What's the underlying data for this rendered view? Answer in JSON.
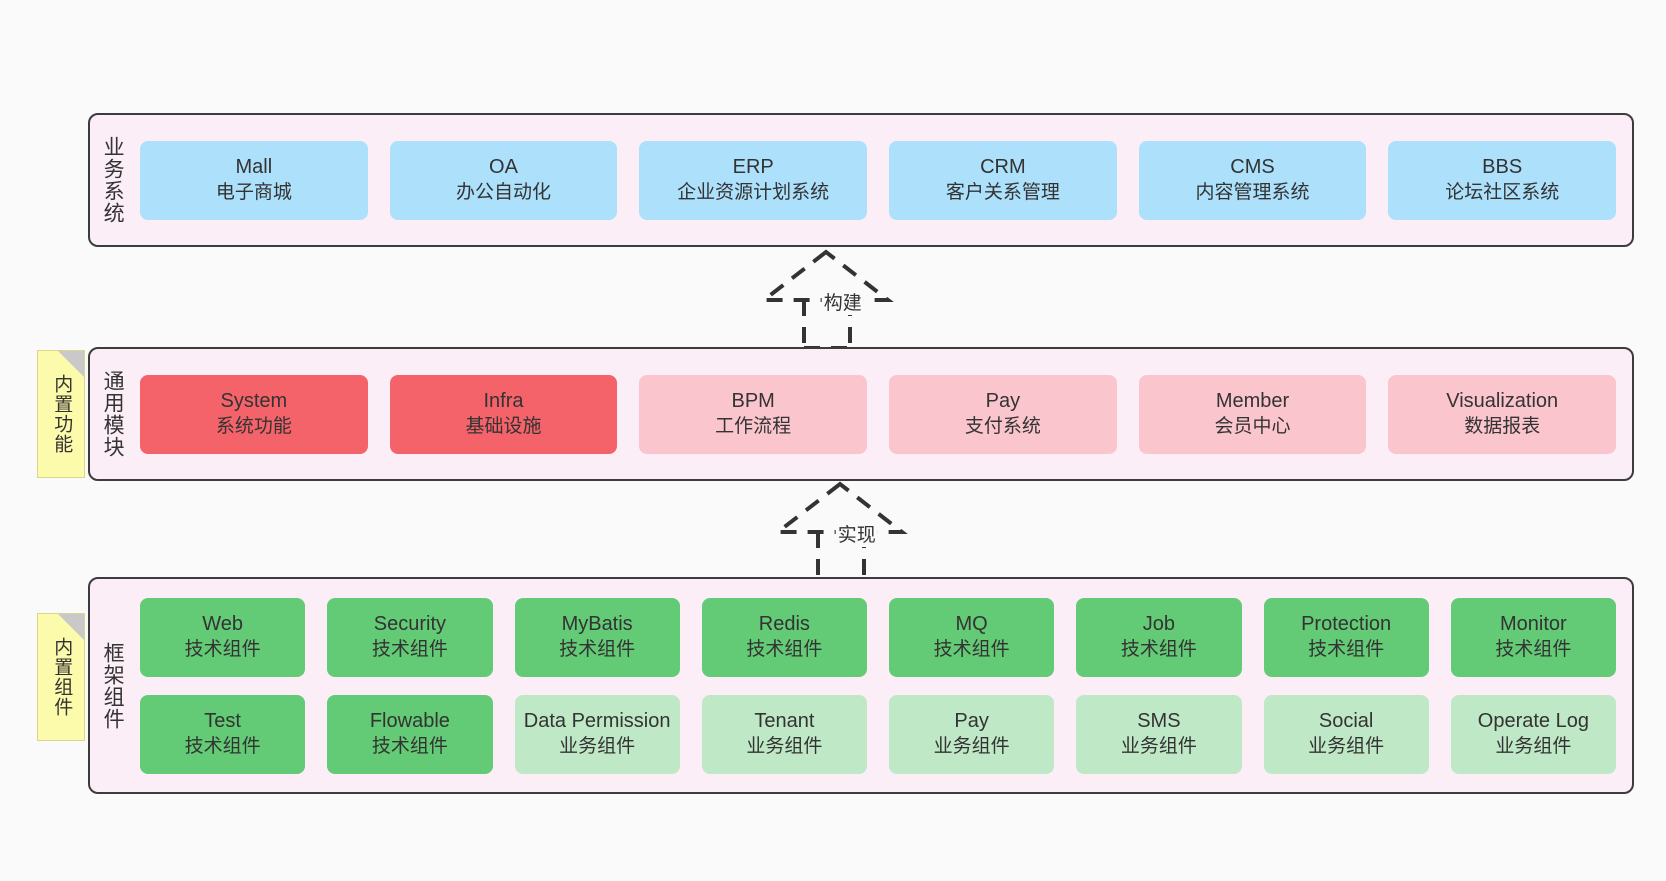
{
  "diagram": {
    "background_color": "#fafafa",
    "layer_fill": "#fbeef6",
    "layer_border": "#3c3c3c"
  },
  "notes": [
    {
      "name": "builtin-function",
      "label": "内置功能",
      "color": "#fcfbab"
    },
    {
      "name": "builtin-component",
      "label": "内置组件",
      "color": "#fcfbab"
    }
  ],
  "layers": {
    "business": {
      "title": "业务系统",
      "color": "#ace0fb",
      "items": [
        {
          "name": "Mall",
          "desc": "电子商城"
        },
        {
          "name": "OA",
          "desc": "办公自动化"
        },
        {
          "name": "ERP",
          "desc": "企业资源计划系统"
        },
        {
          "name": "CRM",
          "desc": "客户关系管理"
        },
        {
          "name": "CMS",
          "desc": "内容管理系统"
        },
        {
          "name": "BBS",
          "desc": "论坛社区系统"
        }
      ]
    },
    "common": {
      "title": "通用模块",
      "color_primary": "#f4636a",
      "color_secondary": "#fbc5cd",
      "items": [
        {
          "name": "System",
          "desc": "系统功能",
          "variant": "primary"
        },
        {
          "name": "Infra",
          "desc": "基础设施",
          "variant": "primary"
        },
        {
          "name": "BPM",
          "desc": "工作流程",
          "variant": "secondary"
        },
        {
          "name": "Pay",
          "desc": "支付系统",
          "variant": "secondary"
        },
        {
          "name": "Member",
          "desc": "会员中心",
          "variant": "secondary"
        },
        {
          "name": "Visualization",
          "desc": "数据报表",
          "variant": "secondary"
        }
      ]
    },
    "framework": {
      "title": "框架组件",
      "color_tech": "#63ca76",
      "color_biz": "#bfe8c6",
      "row1": [
        {
          "name": "Web",
          "desc": "技术组件",
          "variant": "tech"
        },
        {
          "name": "Security",
          "desc": "技术组件",
          "variant": "tech"
        },
        {
          "name": "MyBatis",
          "desc": "技术组件",
          "variant": "tech"
        },
        {
          "name": "Redis",
          "desc": "技术组件",
          "variant": "tech"
        },
        {
          "name": "MQ",
          "desc": "技术组件",
          "variant": "tech"
        },
        {
          "name": "Job",
          "desc": "技术组件",
          "variant": "tech"
        },
        {
          "name": "Protection",
          "desc": "技术组件",
          "variant": "tech"
        },
        {
          "name": "Monitor",
          "desc": "技术组件",
          "variant": "tech"
        }
      ],
      "row2": [
        {
          "name": "Test",
          "desc": "技术组件",
          "variant": "tech"
        },
        {
          "name": "Flowable",
          "desc": "技术组件",
          "variant": "tech"
        },
        {
          "name": "Data Permission",
          "desc": "业务组件",
          "variant": "biz"
        },
        {
          "name": "Tenant",
          "desc": "业务组件",
          "variant": "biz"
        },
        {
          "name": "Pay",
          "desc": "业务组件",
          "variant": "biz"
        },
        {
          "name": "SMS",
          "desc": "业务组件",
          "variant": "biz"
        },
        {
          "name": "Social",
          "desc": "业务组件",
          "variant": "biz"
        },
        {
          "name": "Operate Log",
          "desc": "业务组件",
          "variant": "biz"
        }
      ]
    }
  },
  "connectors": [
    {
      "name": "build",
      "label": "构建",
      "style": "dashed-generalization"
    },
    {
      "name": "implement",
      "label": "实现",
      "style": "dashed-generalization"
    }
  ]
}
